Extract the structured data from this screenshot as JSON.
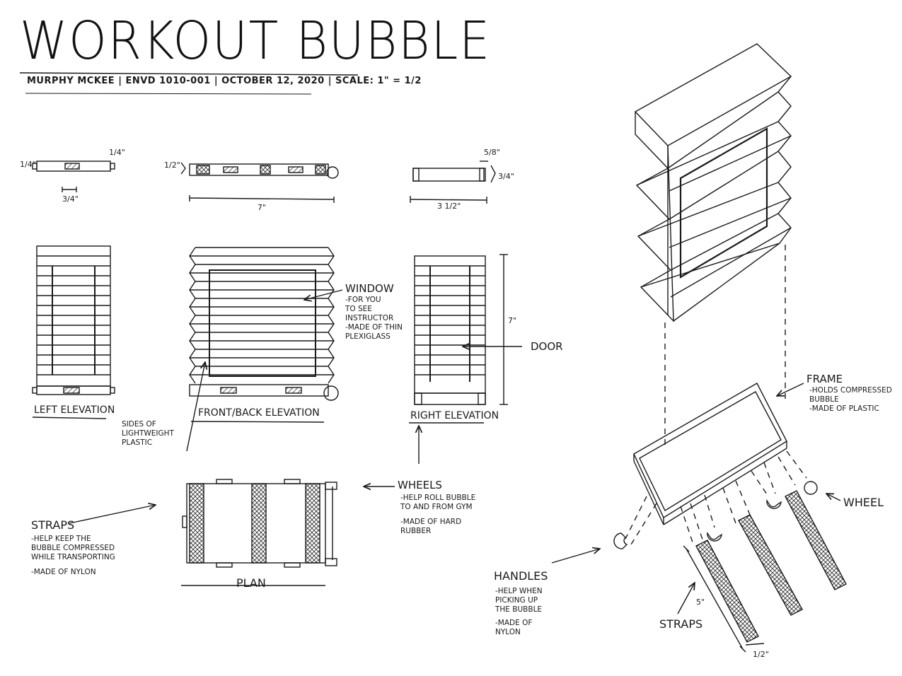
{
  "sheet": {
    "title": "WORKOUT BUBBLE",
    "subtitle": "MURPHY MCKEE | ENVD 1010-001 | OCTOBER 12, 2020 | SCALE: 1\" = 1/2"
  },
  "views": {
    "left_elevation": "LEFT ELEVATION",
    "front_back_elevation": "FRONT/BACK ELEVATION",
    "right_elevation": "RIGHT ELEVATION",
    "plan": "PLAN"
  },
  "dimensions": {
    "left_thickness": "1/4\"",
    "left_width": "3/4\"",
    "left_tab": "1/4\"",
    "front_height": "1/2\"",
    "front_length": "7\"",
    "right_tab": "5/8\"",
    "right_height": "3/4\"",
    "right_length": "3 1/2\"",
    "elevation_height": "7\"",
    "strap_length": "5\"",
    "strap_width": "1/2\""
  },
  "callouts": {
    "window": {
      "label": "WINDOW",
      "notes": [
        "-FOR YOU",
        "TO SEE",
        "INSTRUCTOR",
        "-MADE OF THIN",
        "PLEXIGLASS"
      ]
    },
    "door": {
      "label": "DOOR"
    },
    "sides": {
      "notes": [
        "SIDES OF",
        "LIGHTWEIGHT",
        "PLASTIC"
      ]
    },
    "wheels": {
      "label": "WHEELS",
      "notes": [
        "-HELP ROLL BUBBLE",
        "TO AND FROM GYM",
        "-MADE OF HARD",
        "RUBBER"
      ]
    },
    "straps_plan": {
      "label": "STRAPS",
      "notes": [
        "-HELP KEEP THE",
        "BUBBLE COMPRESSED",
        "WHILE TRANSPORTING",
        "-MADE OF NYLON"
      ]
    },
    "frame": {
      "label": "FRAME",
      "notes": [
        "-HOLDS COMPRESSED",
        "BUBBLE",
        "-MADE OF PLASTIC"
      ]
    },
    "wheel_iso": {
      "label": "WHEEL"
    },
    "handles": {
      "label": "HANDLES",
      "notes": [
        "-HELP WHEN",
        "PICKING UP",
        "THE BUBBLE",
        "-MADE OF",
        "NYLON"
      ]
    },
    "straps_iso": {
      "label": "STRAPS"
    }
  },
  "colors": {
    "ink": "#1a1a1a",
    "paper": "#ffffff",
    "hatch": "#2a2a2a"
  }
}
